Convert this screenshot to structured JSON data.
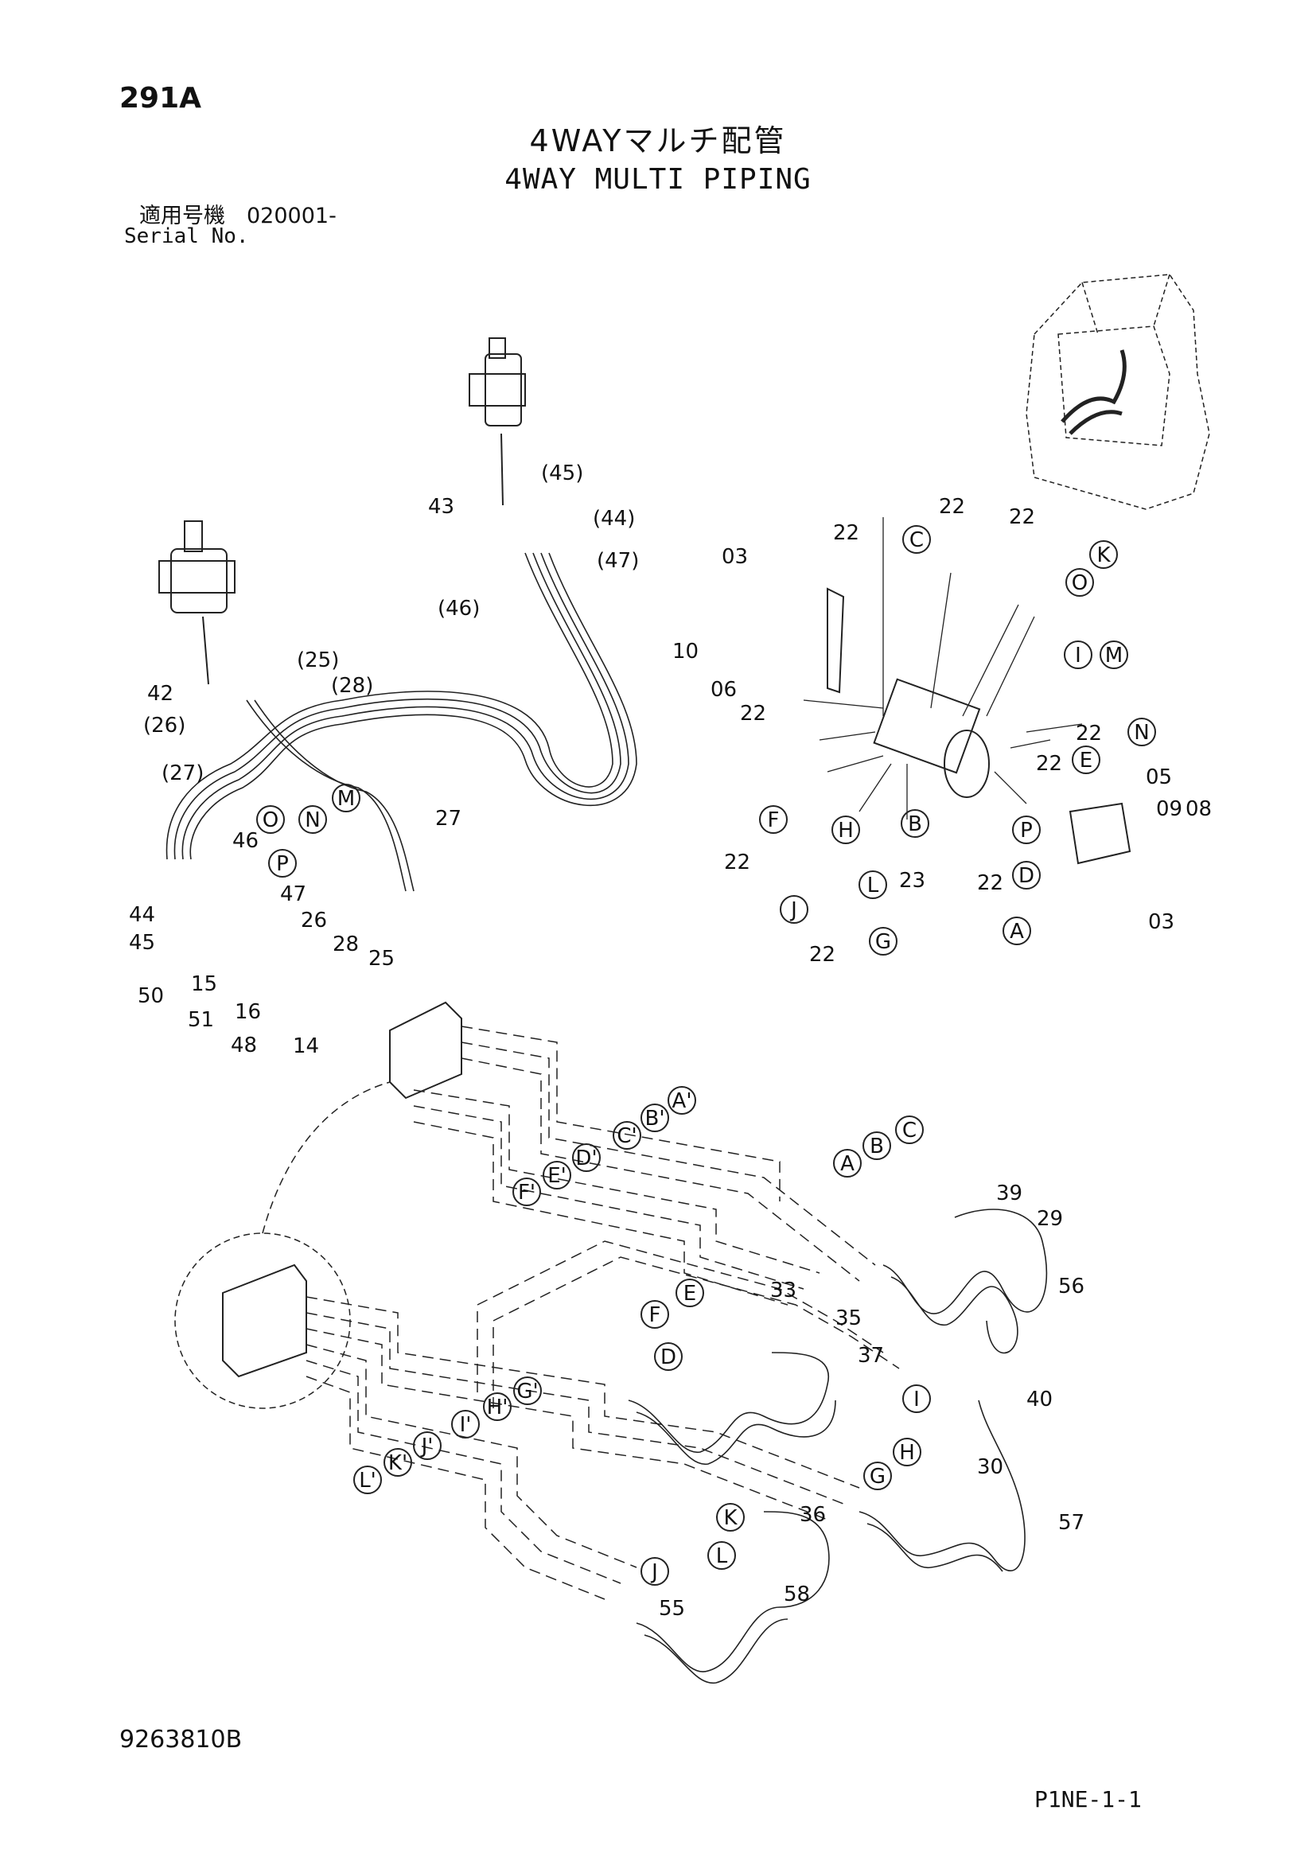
{
  "header": {
    "page_id": "291A",
    "title_jp": "4WAYマルチ配管",
    "title_en": "4WAY MULTI PIPING",
    "serial_jp": "適用号機　020001-",
    "serial_en": "Serial No."
  },
  "footer": {
    "drawing_no": "9263810B",
    "sheet_ref": "P1NE-1-1"
  },
  "callouts": [
    {
      "t": "(45)"
    },
    {
      "t": "(44)"
    },
    {
      "t": "(47)"
    },
    {
      "t": "(46)"
    },
    {
      "t": "43"
    },
    {
      "t": "42"
    },
    {
      "t": "(25)"
    },
    {
      "t": "(28)"
    },
    {
      "t": "(26)"
    },
    {
      "t": "(27)"
    },
    {
      "t": "27"
    },
    {
      "t": "46"
    },
    {
      "t": "47"
    },
    {
      "t": "44"
    },
    {
      "t": "45"
    },
    {
      "t": "26"
    },
    {
      "t": "28"
    },
    {
      "t": "25"
    },
    {
      "t": "50"
    },
    {
      "t": "15"
    },
    {
      "t": "51"
    },
    {
      "t": "16"
    },
    {
      "t": "48"
    },
    {
      "t": "14"
    },
    {
      "t": "03"
    },
    {
      "t": "22"
    },
    {
      "t": "22"
    },
    {
      "t": "22"
    },
    {
      "t": "10"
    },
    {
      "t": "06"
    },
    {
      "t": "22"
    },
    {
      "t": "22"
    },
    {
      "t": "22"
    },
    {
      "t": "05"
    },
    {
      "t": "09"
    },
    {
      "t": "08"
    },
    {
      "t": "22"
    },
    {
      "t": "23"
    },
    {
      "t": "22"
    },
    {
      "t": "03"
    },
    {
      "t": "22"
    },
    {
      "t": "39"
    },
    {
      "t": "29"
    },
    {
      "t": "56"
    },
    {
      "t": "33"
    },
    {
      "t": "35"
    },
    {
      "t": "37"
    },
    {
      "t": "40"
    },
    {
      "t": "30"
    },
    {
      "t": "57"
    },
    {
      "t": "36"
    },
    {
      "t": "58"
    },
    {
      "t": "55"
    }
  ],
  "letters": [
    {
      "t": "O"
    },
    {
      "t": "N"
    },
    {
      "t": "M"
    },
    {
      "t": "P"
    },
    {
      "t": "C"
    },
    {
      "t": "K"
    },
    {
      "t": "O"
    },
    {
      "t": "I"
    },
    {
      "t": "M"
    },
    {
      "t": "N"
    },
    {
      "t": "E"
    },
    {
      "t": "F"
    },
    {
      "t": "H"
    },
    {
      "t": "B"
    },
    {
      "t": "P"
    },
    {
      "t": "D"
    },
    {
      "t": "J"
    },
    {
      "t": "L"
    },
    {
      "t": "G"
    },
    {
      "t": "A"
    },
    {
      "t": "A'"
    },
    {
      "t": "B'"
    },
    {
      "t": "C'"
    },
    {
      "t": "D'"
    },
    {
      "t": "E'"
    },
    {
      "t": "F'"
    },
    {
      "t": "A"
    },
    {
      "t": "B"
    },
    {
      "t": "C"
    },
    {
      "t": "E"
    },
    {
      "t": "F"
    },
    {
      "t": "D"
    },
    {
      "t": "I"
    },
    {
      "t": "H"
    },
    {
      "t": "G"
    },
    {
      "t": "G'"
    },
    {
      "t": "H'"
    },
    {
      "t": "I'"
    },
    {
      "t": "J'"
    },
    {
      "t": "K'"
    },
    {
      "t": "L'"
    },
    {
      "t": "K"
    },
    {
      "t": "L"
    },
    {
      "t": "J"
    }
  ]
}
